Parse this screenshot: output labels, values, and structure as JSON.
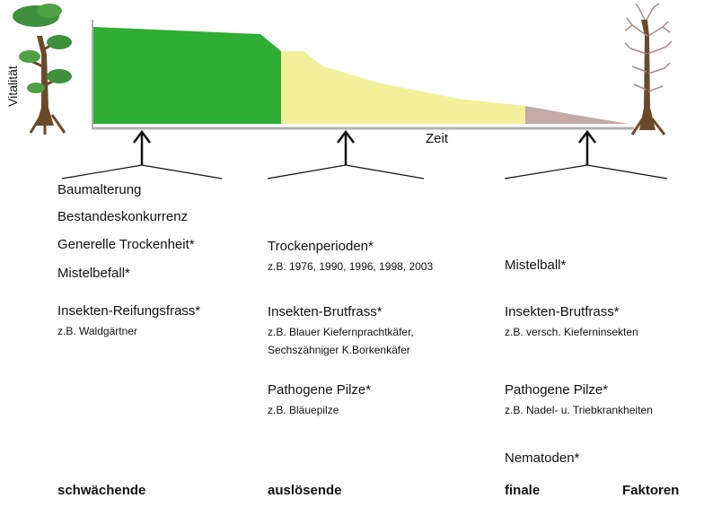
{
  "axes": {
    "y_label": "Vitalität",
    "x_label": "Zeit"
  },
  "colors": {
    "phase_weakening": "#2eae33",
    "phase_triggering": "#f4ef9a",
    "phase_final": "#c4a9a6",
    "axis": "#999999",
    "tree_trunk": "#6b4a2b",
    "tree_foliage": "#3f8f3c"
  },
  "columns": {
    "weakening": {
      "lines": [
        {
          "text": "Baumalterung",
          "style": "h"
        },
        {
          "text": "Bestandeskonkurrenz",
          "style": "h"
        },
        {
          "text": "Generelle Trockenheit*",
          "style": "h"
        },
        {
          "text": "Mistelbefall*",
          "style": "h"
        },
        {
          "text": "Insekten-Reifungsfrass*",
          "style": "h"
        },
        {
          "text": "z.B. Waldgärtner",
          "style": "s"
        }
      ]
    },
    "triggering": {
      "lines": [
        {
          "text": "Trockenperioden*",
          "style": "h"
        },
        {
          "text": "z.B. 1976, 1990, 1996, 1998, 2003",
          "style": "s"
        },
        {
          "text": "Insekten-Brutfrass*",
          "style": "h"
        },
        {
          "text": "z.B. Blauer Kiefernprachtkäfer,",
          "style": "s"
        },
        {
          "text": "Sechszähniger K.Borkenkäfer",
          "style": "s"
        },
        {
          "text": "Pathogene Pilze*",
          "style": "h"
        },
        {
          "text": "z.B. Bläuepilze",
          "style": "s"
        }
      ]
    },
    "final": {
      "lines": [
        {
          "text": "Mistelball*",
          "style": "h"
        },
        {
          "text": "Insekten-Brutfrass*",
          "style": "h"
        },
        {
          "text": "z.B. versch. Kieferninsekten",
          "style": "s"
        },
        {
          "text": "Pathogene Pilze*",
          "style": "h"
        },
        {
          "text": "z.B. Nadel- u. Triebkrankheiten",
          "style": "s"
        },
        {
          "text": "Nematoden*",
          "style": "h"
        }
      ]
    }
  },
  "footer": {
    "weakening": "schwächende",
    "triggering": "auslösende",
    "final": "finale",
    "factors": "Faktoren"
  }
}
